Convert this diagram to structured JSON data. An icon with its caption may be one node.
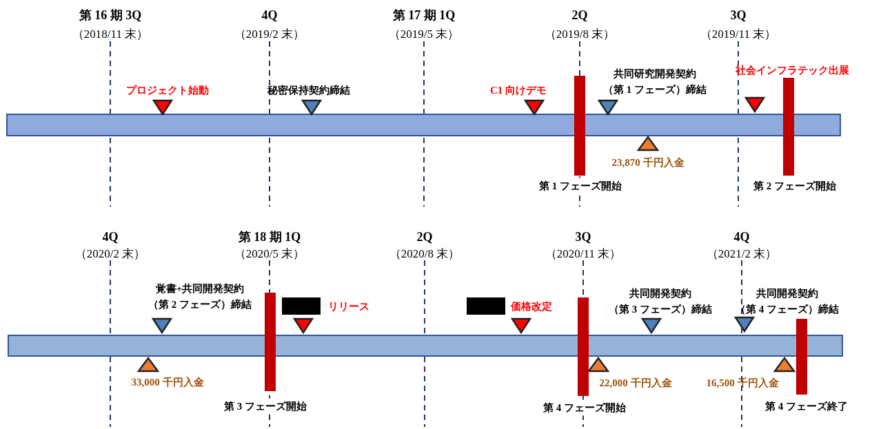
{
  "diagram": {
    "labels": [
      "第 16 期 3Q",
      "（2018/11 末）",
      "4Q",
      "（2019/2 末）",
      "第 17 期 1Q",
      "（2019/5 末）",
      "2Q",
      "（2019/8 末）",
      "3Q",
      "（2019/11 末）",
      "社会インフラテック出展",
      "共同研究開発契約（第 1 フェーズ）締結",
      "プロジェクト始動",
      "秘密保持契約締結",
      "C1 向けデモ",
      "23,870 千円入金",
      "第 1 フェーズ開始",
      "第 2 フェーズ開始",
      "4Q",
      "（2020/2 末）",
      "第 18 期 1Q",
      "（2020/5 末）",
      "2Q",
      "（2020/8 末）",
      "3Q",
      "（2020/11 末）",
      "4Q",
      "（2021/2 末）",
      "覚書+共同開発契約（第 2 フェーズ）締結",
      "リリース",
      "価格改定",
      "共同開発契約（第 3 フェーズ）締結",
      "共同開発契約（第 4 フェーズ）締結",
      "33,000 千円入金",
      "22,000 千円入金",
      "16,500 千円入金",
      "第 3 フェーズ開始",
      "第 4 フェーズ開始",
      "第 4 フェーズ終了"
    ]
  }
}
